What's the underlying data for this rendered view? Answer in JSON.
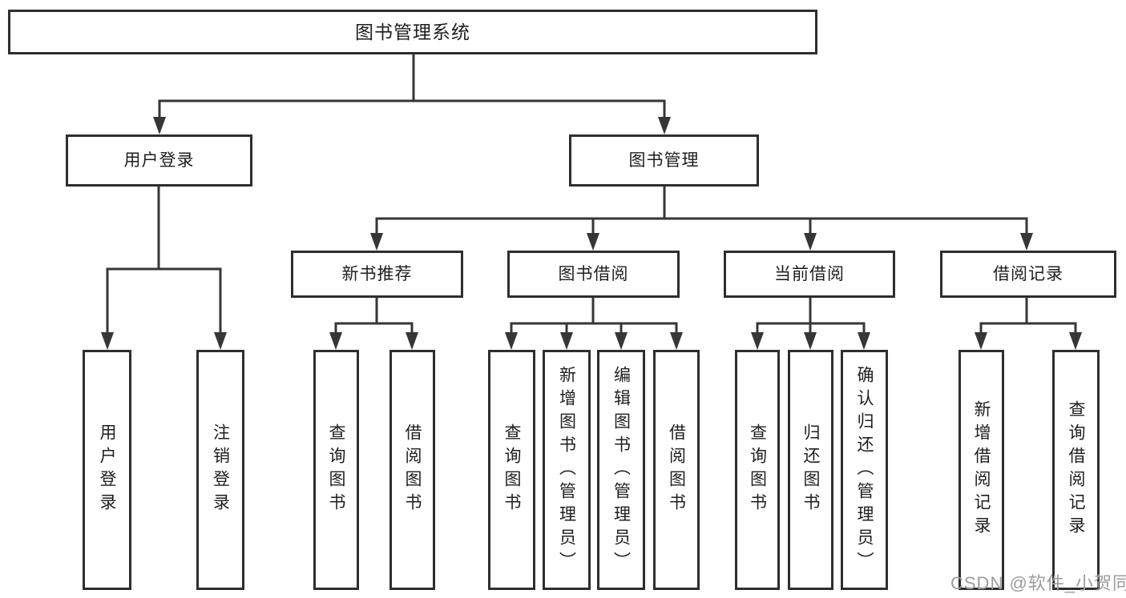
{
  "tree": {
    "root": "图书管理系统",
    "user_login": {
      "label": "用户登录",
      "children": [
        "用户登录",
        "注销登录"
      ]
    },
    "book_management": {
      "label": "图书管理",
      "groups": [
        {
          "label": "新书推荐",
          "children": [
            "查询图书",
            "借阅图书"
          ]
        },
        {
          "label": "图书借阅",
          "children": [
            "查询图书",
            "新增图书（管理员）",
            "编辑图书（管理员）",
            "借阅图书"
          ]
        },
        {
          "label": "当前借阅",
          "children": [
            "查询图书",
            "归还图书",
            "确认归还（管理员）"
          ]
        },
        {
          "label": "借阅记录",
          "children": [
            "新增借阅记录",
            "查询借阅记录"
          ]
        }
      ]
    }
  },
  "watermark": "CSDN @软件_小贺同学",
  "colors": {
    "line": "#363636",
    "box_border": "#2e2e2e",
    "text": "#1e1e1e",
    "watermark_text": "#9c9c9c",
    "background": "#ffffff"
  }
}
